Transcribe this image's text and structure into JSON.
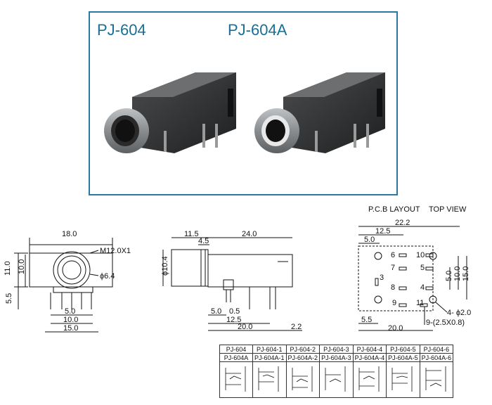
{
  "models": {
    "left": "PJ-604",
    "right": "PJ-604A"
  },
  "pcb": {
    "title": "P.C.B LAYOUT",
    "view": "TOP VIEW"
  },
  "front_view": {
    "dims": {
      "width": "18.0",
      "height_outer": "11.0",
      "height_inner": "10.0",
      "thread": "M12.0X1",
      "hole": "ϕ6.4",
      "pin_depth": "5.5",
      "pin_spacing_a": "5.0",
      "pin_spacing_b": "10.0",
      "overall": "15.0"
    }
  },
  "side_view": {
    "dims": {
      "front": "11.5",
      "body": "24.0",
      "step": "4.5",
      "dia": "ϕ10.4",
      "p1": "5.0",
      "p2": "0.5",
      "p3": "12.5",
      "p4": "20.0",
      "p5": "2.2"
    }
  },
  "pcb_dims": {
    "top1": "22.2",
    "top2": "12.5",
    "top3": "5.0",
    "r1": "5.0",
    "r2": "10.0",
    "r3": "15.0",
    "b1": "5.5",
    "b2": "20.0",
    "hole_big": "4- ϕ2.0",
    "slot": "9-(2.5X0.8)"
  },
  "pin_labels": [
    "6",
    "10",
    "7",
    "5",
    "3",
    "8",
    "4",
    "9",
    "11"
  ],
  "variants": {
    "row1": [
      "PJ-604",
      "PJ-604-1",
      "PJ-604-2",
      "PJ-604-3",
      "PJ-604-4",
      "PJ-604-5",
      "PJ-604-6"
    ],
    "row2": [
      "PJ-604A",
      "PJ-604A-1",
      "PJ-604A-2",
      "PJ-604A-3",
      "PJ-604A-4",
      "PJ-604A-5",
      "PJ-604A-6"
    ]
  }
}
